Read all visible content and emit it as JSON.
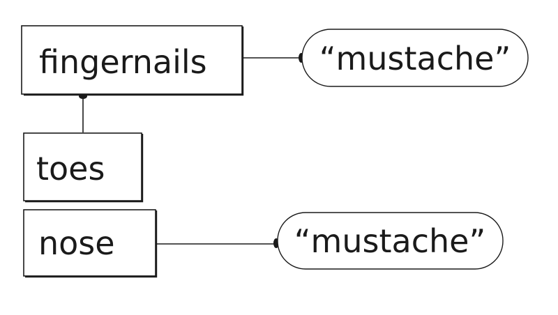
{
  "nodes": {
    "fingernails": {
      "label": "fingernails"
    },
    "toes": {
      "label": "toes"
    },
    "nose": {
      "label": "nose"
    }
  },
  "values": {
    "fingernails_value": {
      "label": "“mustache”"
    },
    "nose_value": {
      "label": "“mustache”"
    }
  },
  "colors": {
    "ink": "#1a1a1a",
    "background": "#ffffff"
  }
}
